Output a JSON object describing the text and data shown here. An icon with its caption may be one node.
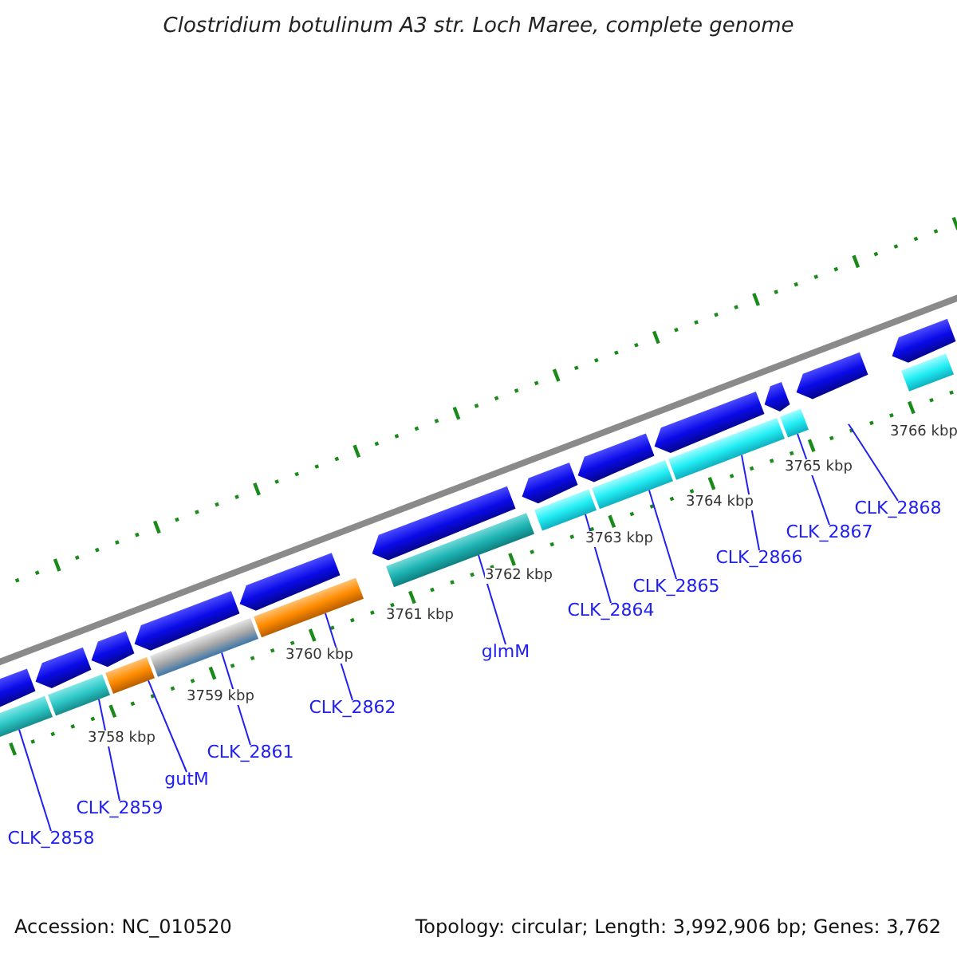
{
  "diagram": {
    "title": "Clostridium botulinum A3 str. Loch Maree, complete genome",
    "nodes": [
      {
        "text": [
          "CLK_2858"
        ]
      },
      {
        "text": [
          "CLK_2859"
        ]
      },
      {
        "text": [
          "gutM"
        ]
      },
      {
        "text": [
          "CLK_2861"
        ]
      },
      {
        "text": [
          "CLK_2862"
        ]
      },
      {
        "text": [
          "glmM"
        ]
      },
      {
        "text": [
          "CLK_2864"
        ]
      },
      {
        "text": [
          "CLK_2865"
        ]
      },
      {
        "text": [
          "CLK_2866"
        ]
      },
      {
        "text": [
          "CLK_2867"
        ]
      },
      {
        "text": [
          "CLK_2868"
        ]
      },
      {
        "text": [],
        "shape": "bar"
      },
      {
        "text": [],
        "shape": "bar"
      },
      {
        "text": [],
        "shape": "bar"
      },
      {
        "text": [],
        "shape": "bar"
      },
      {
        "text": [],
        "shape": "bar"
      },
      {
        "text": [],
        "shape": "bar"
      },
      {
        "text": [],
        "shape": "bar"
      },
      {
        "text": [],
        "shape": "bar"
      },
      {
        "text": [],
        "shape": "bar"
      },
      {
        "text": [],
        "shape": "bar"
      },
      {
        "text": [],
        "shape": "bar"
      },
      {
        "text": [],
        "shape": "arrow"
      },
      {
        "text": [],
        "shape": "arrow"
      },
      {
        "text": [],
        "shape": "arrow"
      },
      {
        "text": [],
        "shape": "arrow"
      },
      {
        "text": [],
        "shape": "arrow"
      },
      {
        "text": [],
        "shape": "arrow"
      },
      {
        "text": [],
        "shape": "arrow"
      },
      {
        "text": [],
        "shape": "arrow"
      },
      {
        "text": [],
        "shape": "arrow"
      },
      {
        "text": [],
        "shape": "arrow"
      },
      {
        "text": [],
        "shape": "arrow"
      },
      {
        "text": [],
        "shape": "arrow"
      }
    ],
    "edges": [
      {
        "from": 0,
        "to": 11,
        "arrow": "none"
      },
      {
        "from": 1,
        "to": 12,
        "arrow": "none"
      },
      {
        "from": 2,
        "to": 13,
        "arrow": "none"
      },
      {
        "from": 3,
        "to": 14,
        "arrow": "none"
      },
      {
        "from": 4,
        "to": 15,
        "arrow": "none"
      },
      {
        "from": 5,
        "to": 16,
        "arrow": "none"
      },
      {
        "from": 6,
        "to": 17,
        "arrow": "none"
      },
      {
        "from": 7,
        "to": 18,
        "arrow": "none"
      },
      {
        "from": 8,
        "to": 19,
        "arrow": "none"
      },
      {
        "from": 9,
        "to": 20,
        "arrow": "none"
      },
      {
        "from": 10,
        "to": null,
        "arrow": "none"
      }
    ],
    "labels": [
      "3758 kbp",
      "3759 kbp",
      "3760 kbp",
      "3761 kbp",
      "3762 kbp",
      "3763 kbp",
      "3764 kbp",
      "3765 kbp",
      "3766 kbp",
      "Accession: NC_010520",
      "Topology: circular; Length: 3,992,906 bp; Genes: 3,762"
    ]
  }
}
